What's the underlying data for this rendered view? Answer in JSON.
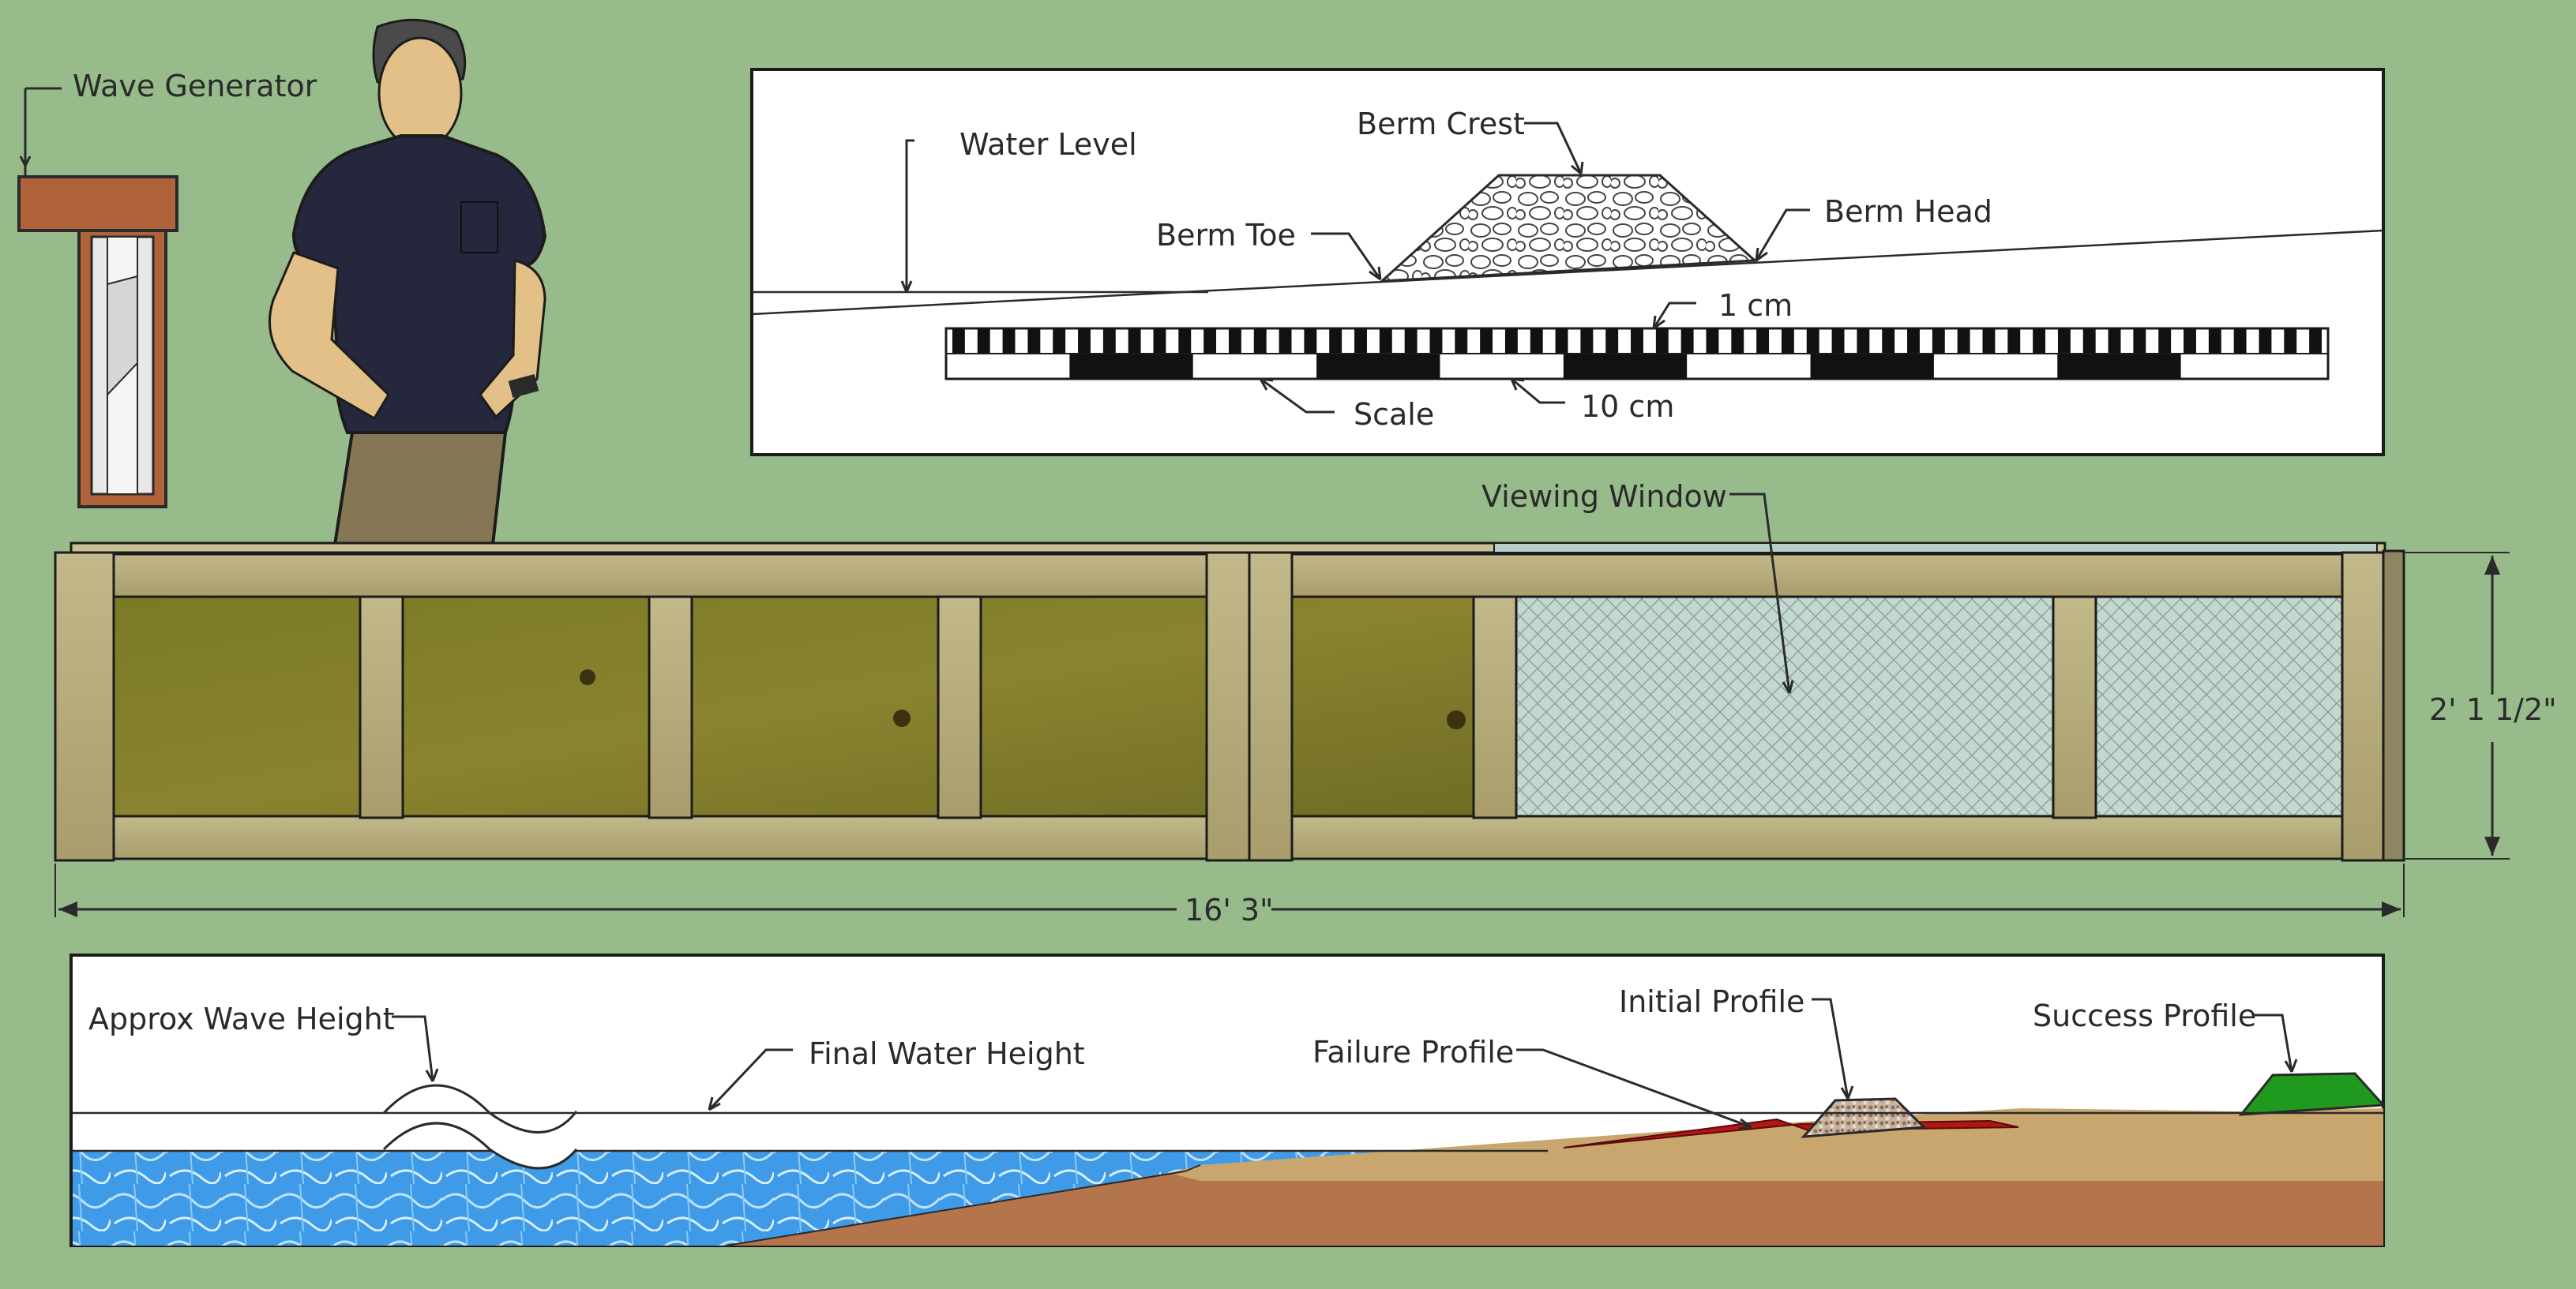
{
  "wave_generator_label": "Wave Generator",
  "berm_panel": {
    "water_level": "Water Level",
    "berm_crest": "Berm Crest",
    "berm_head": "Berm Head",
    "berm_toe": "Berm Toe",
    "scale_1cm": "1 cm",
    "scale_label": "Scale",
    "scale_10cm": "10 cm"
  },
  "flume": {
    "viewing_window": "Viewing Window",
    "height_dim": "2' 1 1/2\"",
    "length_dim": "16' 3\""
  },
  "profile_panel": {
    "approx_wave_height": "Approx Wave Height",
    "final_water_height": "Final Water Height",
    "failure_profile": "Failure Profile",
    "initial_profile": "Initial Profile",
    "success_profile": "Success Profile"
  },
  "colors": {
    "background": "#98bb8c",
    "wood_frame": "#b9ad7e",
    "plywood": "#7d7a2a",
    "water": "#4fa6ee",
    "sand": "#c8a66e",
    "failure_red": "#b31515",
    "success_green": "#1f9a1f",
    "shirt": "#25273c",
    "pants": "#857654"
  }
}
